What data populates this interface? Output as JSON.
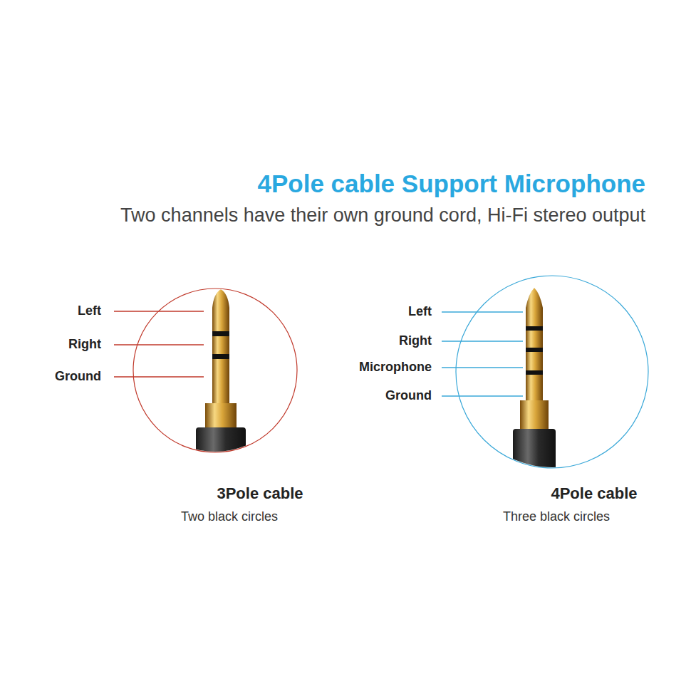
{
  "diagram": {
    "title": "4Pole cable Support Microphone",
    "labels": [
      "Two channels have their own ground cord, Hi-Fi stereo output",
      "Left",
      "Right",
      "Ground",
      "Left",
      "Right",
      "Microphone",
      "Ground",
      "3Pole cable",
      "Two black circles",
      "4Pole cable",
      "Three black circles"
    ]
  }
}
